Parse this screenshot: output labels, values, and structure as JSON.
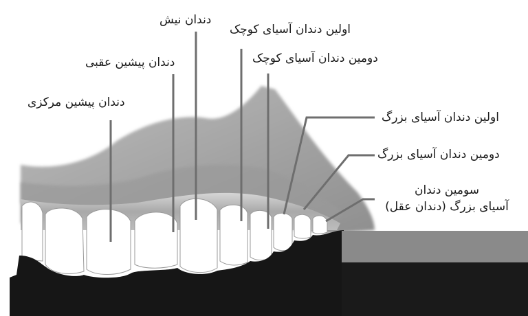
{
  "diagram": {
    "subject": "upper-dental-arch",
    "colors": {
      "background": "#ffffff",
      "gum_light": "#c8c8c8",
      "gum_dark": "#8c8c8c",
      "tooth": "#ffffff",
      "shadow": "#161616",
      "gray_band": "#8a8a8a",
      "leader_line": "#6e6e6e",
      "text": "#1a1a1a"
    },
    "labels": [
      {
        "id": "central-incisor",
        "text": "دندان پیشین مرکزی"
      },
      {
        "id": "lateral-incisor",
        "text": "دندان پیشین عقبی"
      },
      {
        "id": "canine",
        "text": "دندان نیش"
      },
      {
        "id": "first-premolar",
        "text": "اولین دندان آسیای کوچک"
      },
      {
        "id": "second-premolar",
        "text": "دومین دندان آسیای کوچک"
      },
      {
        "id": "first-molar",
        "text": "اولین دندان آسیای بزرگ"
      },
      {
        "id": "second-molar",
        "text": "دومین دندان آسیای بزرگ"
      },
      {
        "id": "third-molar",
        "line1": "سومین دندان",
        "line2": "آسیای بزرگ (دندان عقل)"
      }
    ]
  }
}
